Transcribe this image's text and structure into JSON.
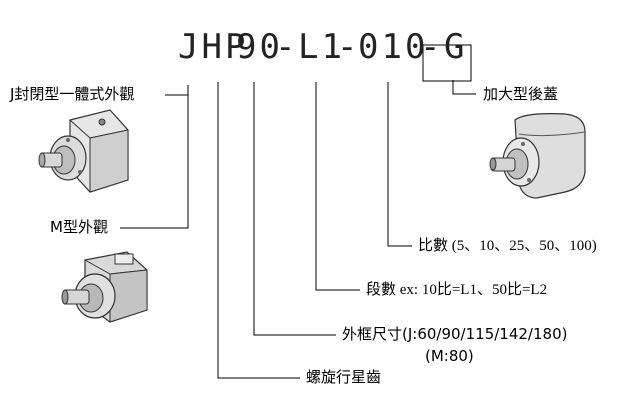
{
  "model_code": {
    "series": "JHP",
    "frame": "90",
    "stage": "L1",
    "ratio": "010",
    "rear_cover": "G",
    "sep": "-"
  },
  "labels": {
    "j_type": "J封閉型一體式外觀",
    "m_type": "M型外觀",
    "rear_cover": "加大型後蓋",
    "ratio": "比數 (5、10、25、50、100)",
    "stage": "段數  ex: 10比=L1、50比=L2",
    "frame_line1": "外框尺寸(J:60/90/115/142/180)",
    "frame_line2": "(M:80)",
    "gear": "螺旋行星齒"
  },
  "images": {
    "j_type": "j-type-gearbox-picture",
    "m_type": "m-type-gearbox-picture",
    "rear_cover": "large-rear-cover-gearbox-picture"
  }
}
